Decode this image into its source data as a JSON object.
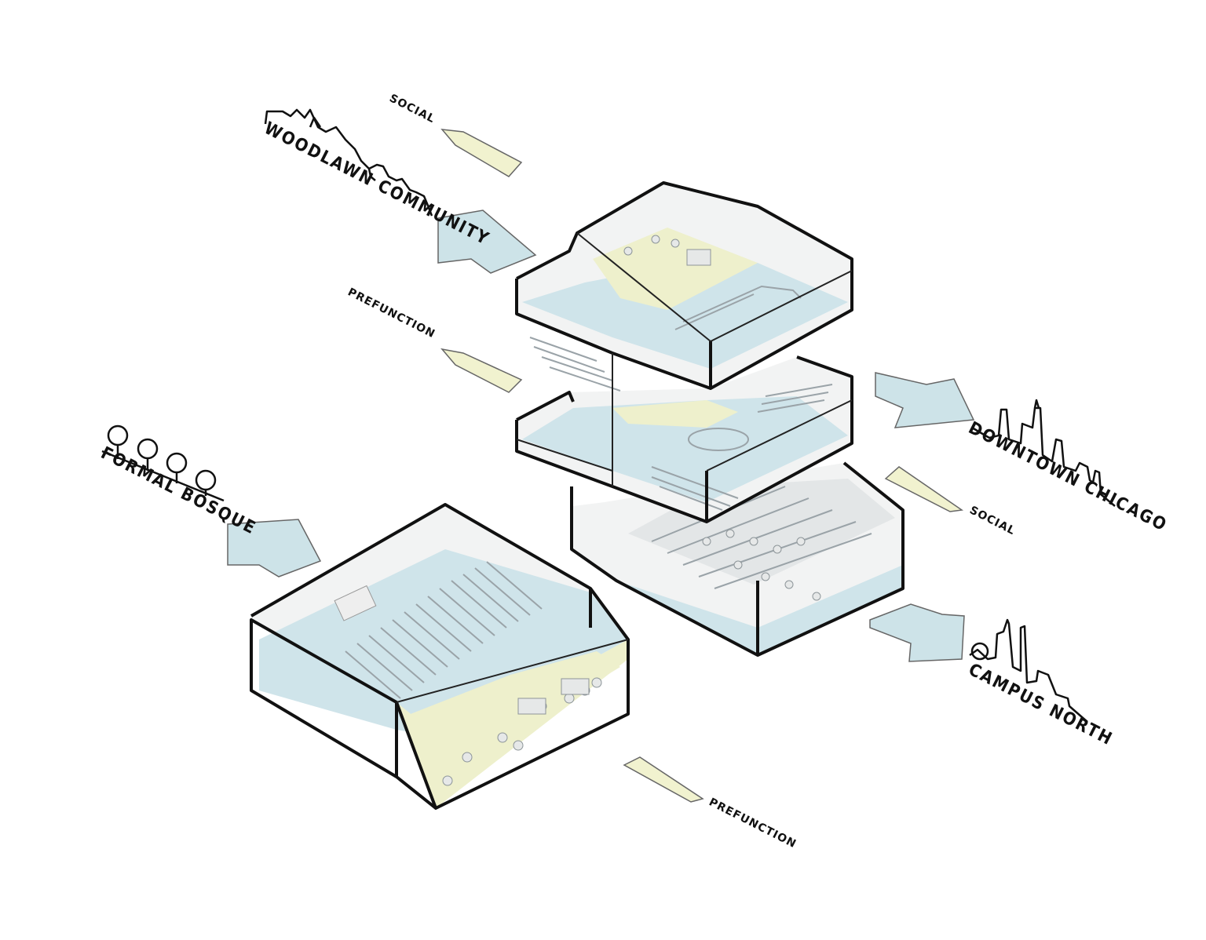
{
  "labels": {
    "woodlawn": "WOODLAWN COMMUNITY",
    "formal_bosque": "FORMAL BOSQUE",
    "downtown": "DOWNTOWN CHICAGO",
    "campus_north": "CAMPUS NORTH",
    "social_top": "SOCIAL",
    "prefunction_left": "PREFUNCTION",
    "social_right": "SOCIAL",
    "prefunction_bottom": "PREFUNCTION"
  },
  "colors": {
    "view_arrow": "#cde3e8",
    "program_arrow": "#f1f2cf",
    "floor_blue": "#cfe4ea",
    "floor_yellow": "#eef0cc"
  }
}
